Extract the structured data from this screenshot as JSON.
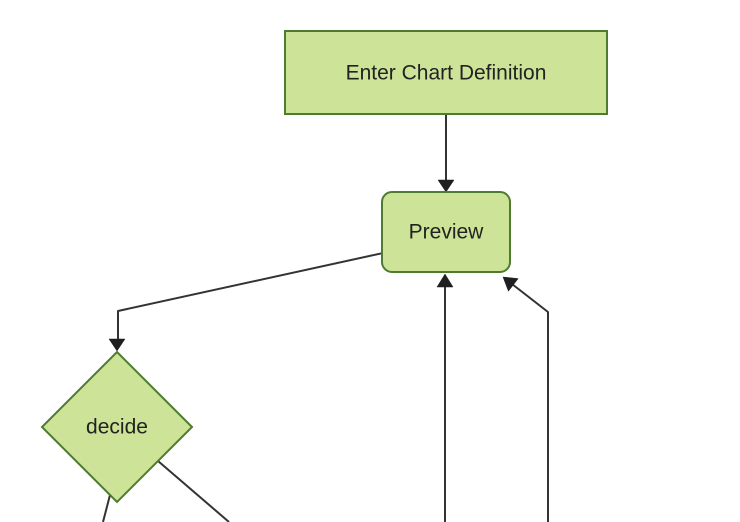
{
  "diagram": {
    "type": "flowchart",
    "orientation": "top-down",
    "colors": {
      "background": "#ffffff",
      "node_fill": "#cde498",
      "node_border": "#4e7b30",
      "edge_line": "#333333",
      "arrowhead": "#1f1f1f",
      "label_text": "#222222"
    },
    "nodes": [
      {
        "id": "enter-chart-definition",
        "label": "Enter Chart Definition",
        "shape": "rectangle"
      },
      {
        "id": "preview",
        "label": "Preview",
        "shape": "rounded-rectangle"
      },
      {
        "id": "decide",
        "label": "decide",
        "shape": "diamond"
      }
    ],
    "edges": [
      {
        "from": "enter-chart-definition",
        "to": "preview",
        "arrowhead_visible": true
      },
      {
        "from": "preview",
        "to": "decide",
        "arrowhead_visible": true
      },
      {
        "from": "decide",
        "to": "offscreen-bottom-left",
        "arrowhead_visible": false
      },
      {
        "from": "decide",
        "to": "offscreen-bottom-right",
        "arrowhead_visible": false
      },
      {
        "from": "offscreen-bottom-center",
        "to": "preview",
        "arrowhead_visible": true
      },
      {
        "from": "offscreen-bottom-right",
        "to": "preview",
        "arrowhead_visible": true
      }
    ]
  }
}
